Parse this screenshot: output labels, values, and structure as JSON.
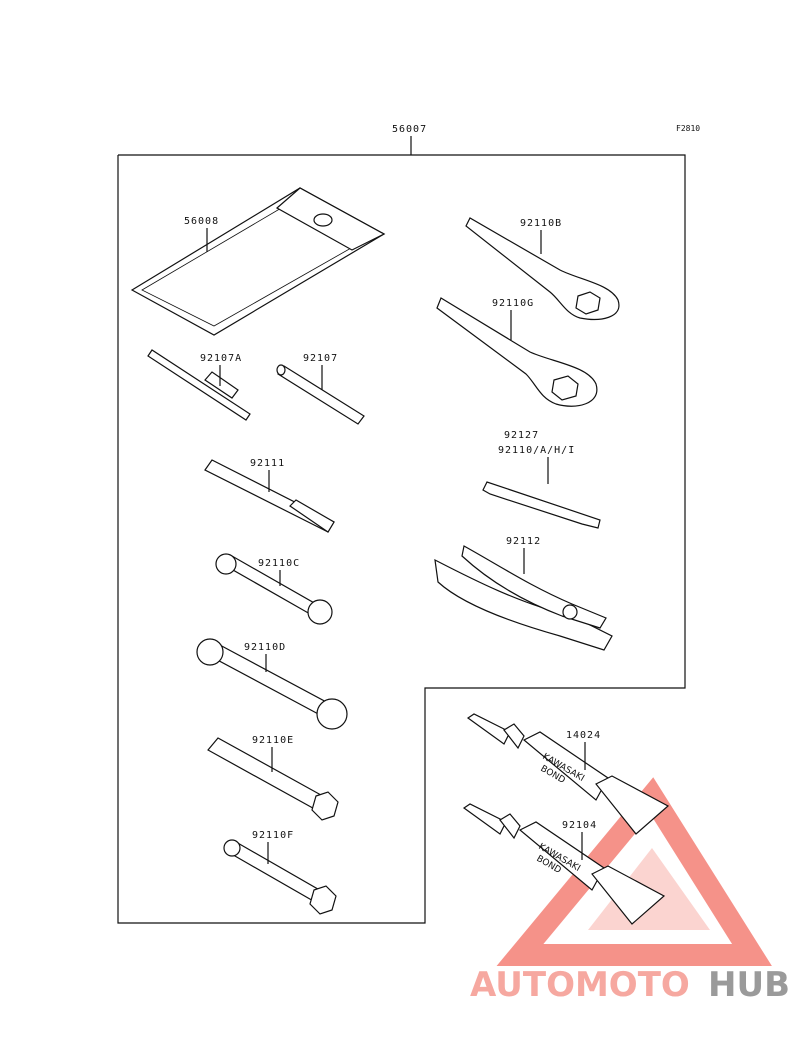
{
  "figure_code": "F2810",
  "kit_part_number": "56007",
  "parts": [
    {
      "id": "56008",
      "label": "56008"
    },
    {
      "id": "92110B",
      "label": "92110B"
    },
    {
      "id": "92110G",
      "label": "92110G"
    },
    {
      "id": "92107A",
      "label": "92107A"
    },
    {
      "id": "92107",
      "label": "92107"
    },
    {
      "id": "92127",
      "label": "92127"
    },
    {
      "id": "92110AHI",
      "label": "92110/A/H/I"
    },
    {
      "id": "92111",
      "label": "92111"
    },
    {
      "id": "92112",
      "label": "92112"
    },
    {
      "id": "92110C",
      "label": "92110C"
    },
    {
      "id": "92110D",
      "label": "92110D"
    },
    {
      "id": "92110E",
      "label": "92110E"
    },
    {
      "id": "92110F",
      "label": "92110F"
    },
    {
      "id": "14024",
      "label": "14024"
    },
    {
      "id": "92104",
      "label": "92104"
    }
  ],
  "tube_text": {
    "brand": "KAWASAKI",
    "product": "BOND"
  },
  "watermark": {
    "part1": "AUTOMOTO",
    "part2": "HUB",
    "colors": {
      "part1": "#f6a8a0",
      "part2": "#9a9a9a",
      "triangle": "#f04a3c"
    }
  }
}
